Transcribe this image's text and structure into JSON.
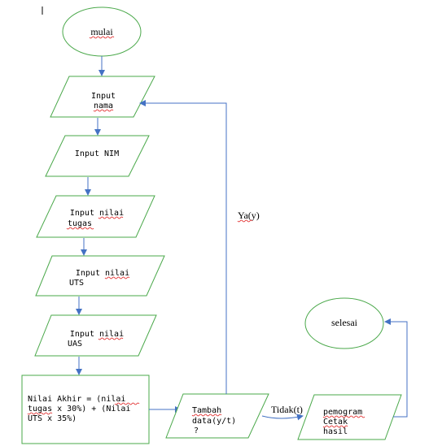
{
  "colors": {
    "shape_stroke": "#4aa84a",
    "arrow": "#4472c4",
    "spellcheck_underline": "#e02020"
  },
  "flowchart": {
    "start": "mulai",
    "input_nama": [
      "Input",
      "nama"
    ],
    "input_nim": "Input NIM",
    "input_tugas": [
      "Input nilai",
      "tugas"
    ],
    "input_uts": [
      "Input nilai",
      "UTS"
    ],
    "input_uas": [
      "Input nilai",
      "UAS"
    ],
    "process": [
      "Nilai Akhir = (nilai",
      "tugas x 30%) + (Nilai",
      "UTS x 35%)"
    ],
    "decision": [
      "Tambah",
      "data(y/t)",
      "?"
    ],
    "output": [
      "pemogram",
      "Cetak",
      "hasil"
    ],
    "end": "selesai",
    "label_yes": "Ya(y)",
    "label_no": "Tidak(t)"
  }
}
